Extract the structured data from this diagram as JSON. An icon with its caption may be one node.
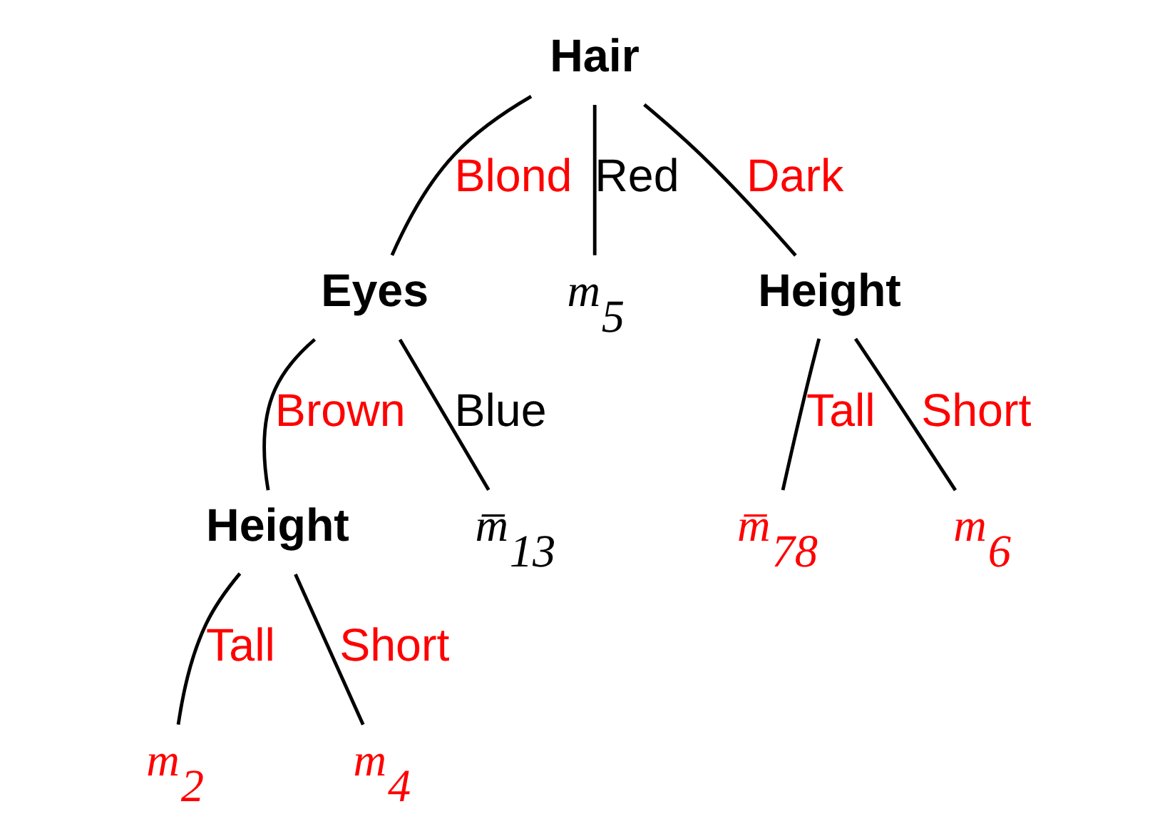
{
  "diagram": {
    "nodes": [
      {
        "text": [
          "Hair"
        ]
      },
      {
        "text": [
          "Eyes"
        ]
      },
      {
        "text": [
          "m$_{5}$"
        ]
      },
      {
        "text": [
          "Height"
        ]
      },
      {
        "text": [
          "Height"
        ]
      },
      {
        "text": [
          "m̅$_{13}$"
        ]
      },
      {
        "text": [
          "m̅$_{78}$"
        ]
      },
      {
        "text": [
          "m$_{6}$"
        ]
      },
      {
        "text": [
          "m$_{2}$"
        ]
      },
      {
        "text": [
          "m$_{4}$"
        ]
      }
    ],
    "edges": [
      {
        "from": 0,
        "to": 1,
        "arrow": "none",
        "label": "Blond"
      },
      {
        "from": 0,
        "to": 2,
        "arrow": "none",
        "label": "Red"
      },
      {
        "from": 0,
        "to": 3,
        "arrow": "none",
        "label": "Dark"
      },
      {
        "from": 1,
        "to": 4,
        "arrow": "none",
        "label": "Brown"
      },
      {
        "from": 1,
        "to": 5,
        "arrow": "none",
        "label": "Blue"
      },
      {
        "from": 3,
        "to": 6,
        "arrow": "none",
        "label": "Tall"
      },
      {
        "from": 3,
        "to": 7,
        "arrow": "none",
        "label": "Short"
      },
      {
        "from": 4,
        "to": 8,
        "arrow": "none",
        "label": "Tall"
      },
      {
        "from": 4,
        "to": 9,
        "arrow": "none",
        "label": "Short"
      }
    ]
  }
}
